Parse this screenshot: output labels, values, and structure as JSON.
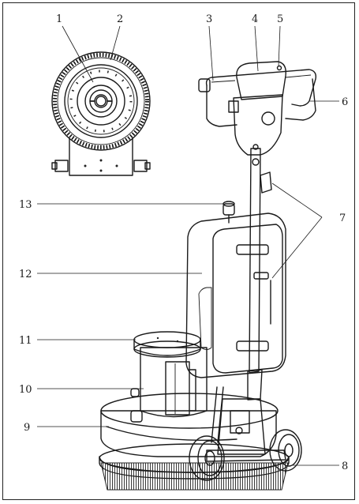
{
  "figure": {
    "callouts": [
      {
        "id": "c1",
        "text": "1"
      },
      {
        "id": "c2",
        "text": "2"
      },
      {
        "id": "c3",
        "text": "3"
      },
      {
        "id": "c4",
        "text": "4"
      },
      {
        "id": "c5",
        "text": "5"
      },
      {
        "id": "c6",
        "text": "6"
      },
      {
        "id": "c7",
        "text": "7"
      },
      {
        "id": "c8",
        "text": "8"
      },
      {
        "id": "c9",
        "text": "9"
      },
      {
        "id": "c10",
        "text": "10"
      },
      {
        "id": "c11",
        "text": "11"
      },
      {
        "id": "c12",
        "text": "12"
      },
      {
        "id": "c13",
        "text": "13"
      }
    ]
  }
}
